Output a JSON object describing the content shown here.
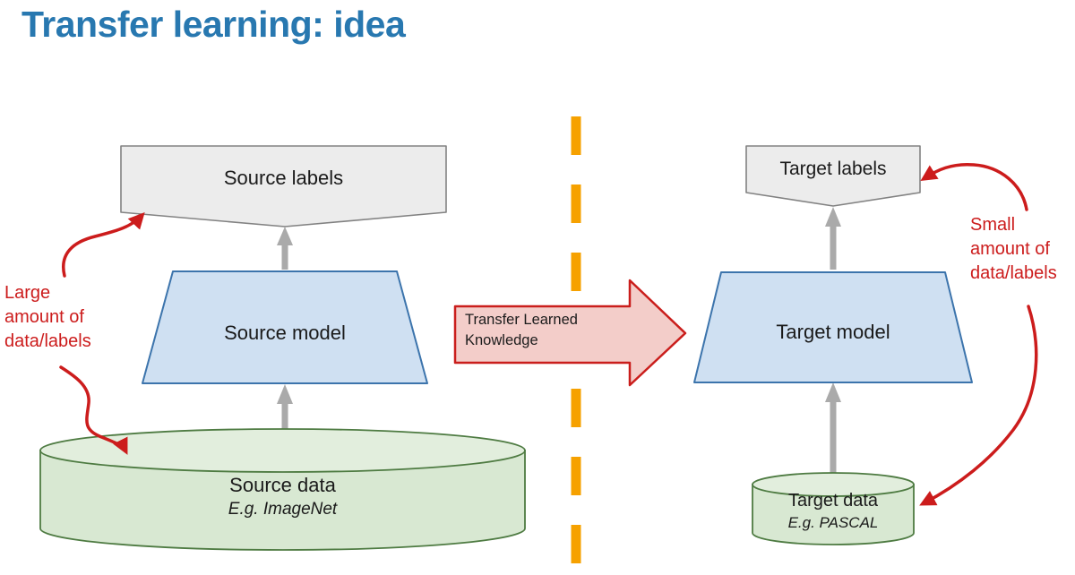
{
  "slide": {
    "title": "Transfer learning: idea"
  },
  "colors": {
    "title_blue": "#2878b0",
    "divider_orange": "#f6a100",
    "annotation_red": "#cc1c1c",
    "label_fill": "#ececec",
    "label_border": "#828282",
    "model_fill": "#cfe0f2",
    "model_border": "#3c74ac",
    "data_fill": "#d8e8d2",
    "data_fill_top": "#e2eedd",
    "data_border": "#4e7b42",
    "flow_gray": "#aaaaaa",
    "transfer_fill": "#f3cdc9",
    "transfer_border": "#ca1e1c",
    "text_dark": "#1a1a1a"
  },
  "source": {
    "labels_box": "Source labels",
    "model_box": "Source model",
    "data_box": "Source data",
    "data_example": "E.g. ImageNet"
  },
  "target": {
    "labels_box": "Target labels",
    "model_box": "Target model",
    "data_box": "Target data",
    "data_example": "E.g. PASCAL"
  },
  "transfer": {
    "label": "Transfer Learned\nKnowledge"
  },
  "annotations": {
    "large": "Large\namount of\ndata/labels",
    "small": "Small\namount of\ndata/labels"
  }
}
